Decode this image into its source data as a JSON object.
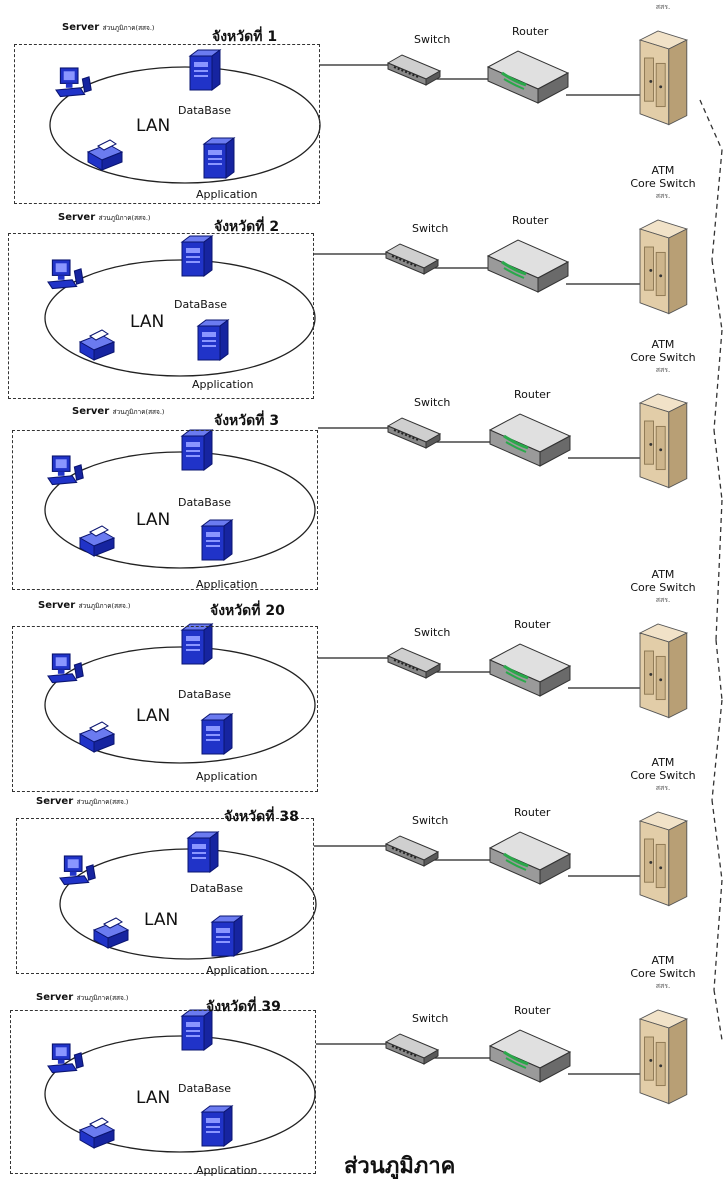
{
  "labels": {
    "server": "Server",
    "server_sub": "ส่วนภูมิภาค(สสจ.)",
    "lan": "LAN",
    "database": "DataBase",
    "application": "Application",
    "switch": "Switch",
    "router": "Router",
    "atm": "ATM",
    "core_switch": "Core Switch",
    "core_org": "สสร."
  },
  "provinces": [
    {
      "name": "จังหวัดที่ 1"
    },
    {
      "name": "จังหวัดที่ 2"
    },
    {
      "name": "จังหวัดที่ 3"
    },
    {
      "name": "จังหวัดที่ 20"
    },
    {
      "name": "จังหวัดที่ 38"
    },
    {
      "name": "จังหวัดที่ 39"
    }
  ],
  "footer": "ส่วนภูมิภาค"
}
